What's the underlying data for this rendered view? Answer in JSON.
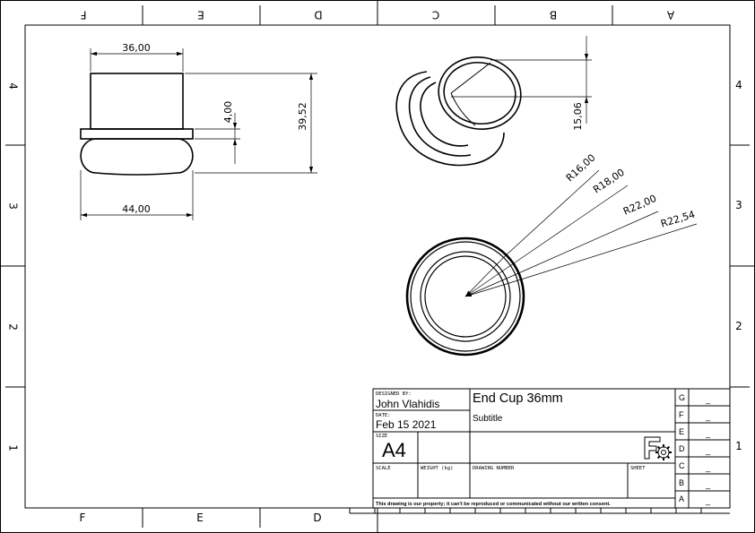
{
  "zones": {
    "columns_top": [
      "F",
      "E",
      "D",
      "C",
      "B",
      "A"
    ],
    "columns_bottom": [
      "F",
      "E",
      "D"
    ],
    "rows": [
      "4",
      "3",
      "2",
      "1"
    ]
  },
  "dimensions": {
    "width_top": "36,00",
    "height_total": "39,52",
    "flange_thickness": "4,00",
    "width_base": "44,00",
    "iso_height": "15,06",
    "radius_1": "R16,00",
    "radius_2": "R18,00",
    "radius_3": "R22,00",
    "radius_4": "R22,54"
  },
  "title_block": {
    "designed_by_label": "DESIGNED BY:",
    "designed_by": "John Vlahidis",
    "date_label": "DATE:",
    "date": "Feb 15 2021",
    "size_label": "SIZE",
    "size": "A4",
    "title": "End Cup 36mm",
    "subtitle": "Subtitle",
    "scale_label": "SCALE",
    "weight_label": "WEIGHT (kg)",
    "drawing_number_label": "DRAWING NUMBER",
    "sheet_label": "SHEET",
    "property_notice": "This drawing is our property; it can't be reproduced or communicated without our written consent.",
    "revisions": [
      {
        "letter": "G",
        "value": "_"
      },
      {
        "letter": "F",
        "value": "_"
      },
      {
        "letter": "E",
        "value": "_"
      },
      {
        "letter": "D",
        "value": "_"
      },
      {
        "letter": "C",
        "value": "_"
      },
      {
        "letter": "B",
        "value": "_"
      },
      {
        "letter": "A",
        "value": "_"
      }
    ]
  }
}
